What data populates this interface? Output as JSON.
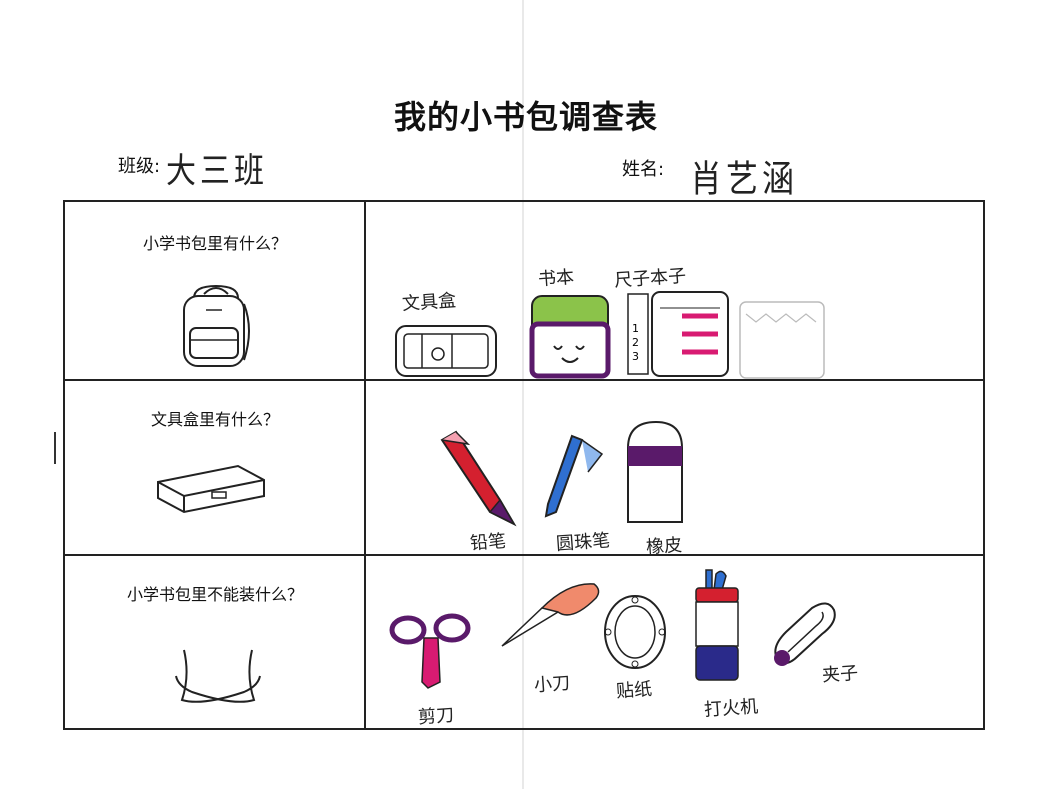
{
  "title": "我的小书包调查表",
  "header": {
    "class_label": "班级:",
    "class_value": "大三班",
    "name_label": "姓名:",
    "name_value": "肖艺涵"
  },
  "rows": [
    {
      "question": "小学书包里有什么？",
      "icon": "backpack-icon",
      "answers": [
        "文具盒",
        "书本",
        "尺子本子"
      ]
    },
    {
      "question": "文具盒里有什么？",
      "icon": "pencil-case-icon",
      "answers": [
        "铅笔",
        "圆珠笔",
        "橡皮"
      ]
    },
    {
      "question": "小学书包里不能装什么？",
      "icon": "crossed-arms-icon",
      "answers": [
        "剪刀",
        "小刀",
        "贴纸",
        "打火机",
        "夹子"
      ]
    }
  ],
  "colors": {
    "red": "#d4202f",
    "pink": "#d81b72",
    "blue": "#2f6fd0",
    "purple": "#5a1a6a",
    "green": "#8bc34a",
    "orange": "#f08a6c"
  }
}
